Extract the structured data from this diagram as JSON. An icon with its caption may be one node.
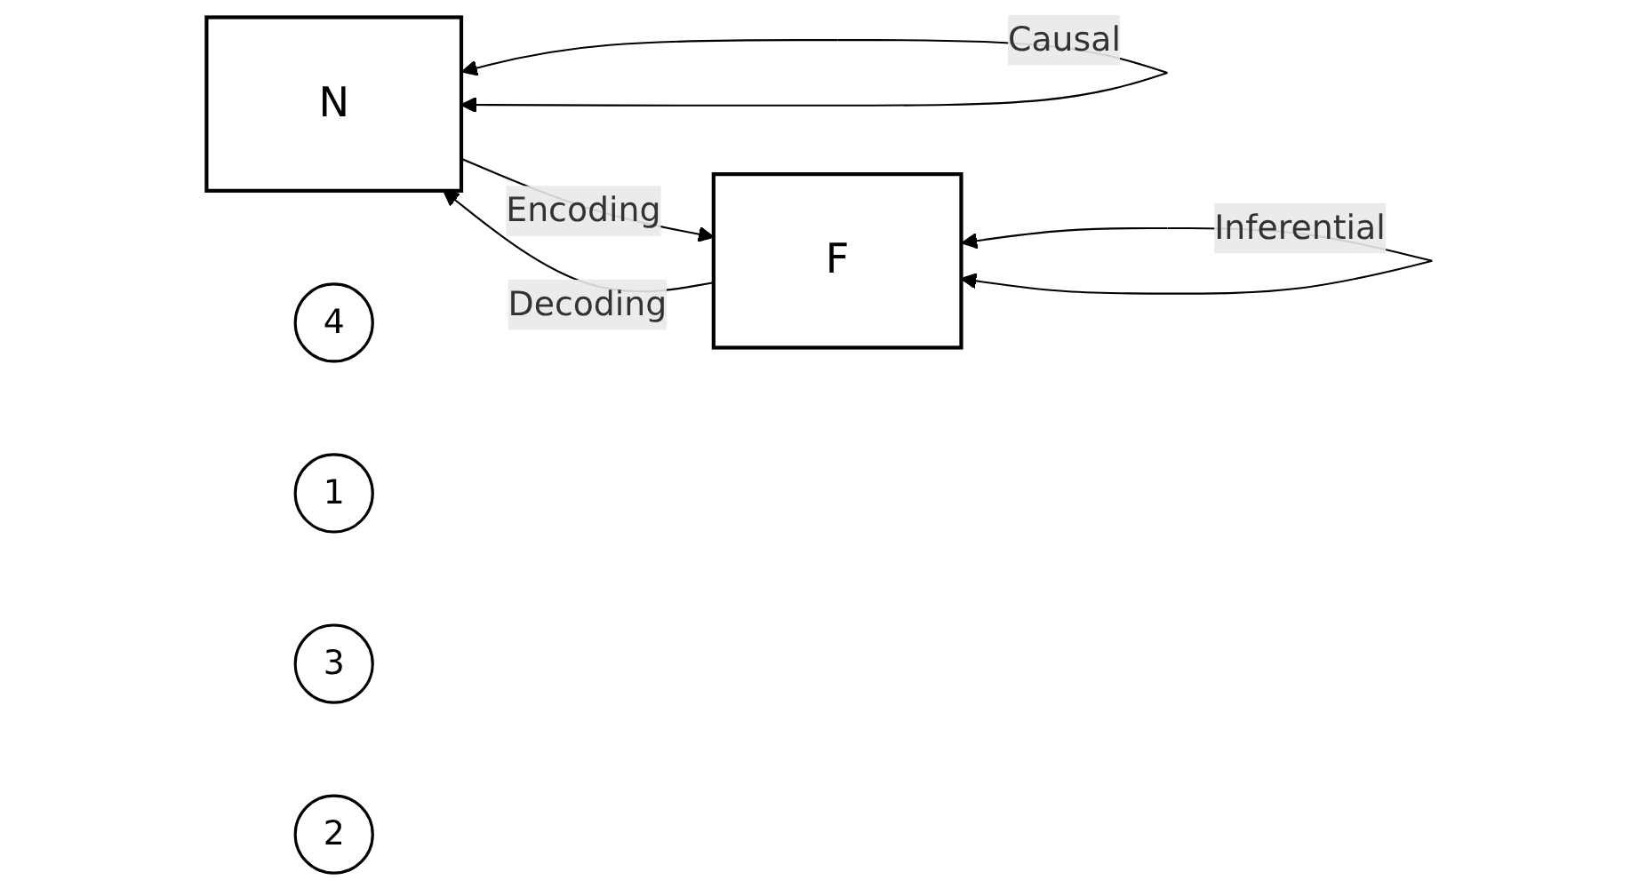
{
  "diagram": {
    "nodes": [
      {
        "text": [
          "N"
        ]
      },
      {
        "text": [
          "F"
        ]
      },
      {
        "text": [
          "4"
        ]
      },
      {
        "text": [
          "1"
        ]
      },
      {
        "text": [
          "3"
        ]
      },
      {
        "text": [
          "2"
        ]
      }
    ],
    "edges": [
      {
        "from": 0,
        "to": 0,
        "arrow": "both",
        "label": "Causal"
      },
      {
        "from": 0,
        "to": 1,
        "arrow": "to",
        "label": "Encoding"
      },
      {
        "from": 1,
        "to": 1,
        "arrow": "both",
        "label": "Inferential"
      },
      {
        "from": 1,
        "to": 0,
        "arrow": "to",
        "label": "Decoding"
      }
    ]
  }
}
